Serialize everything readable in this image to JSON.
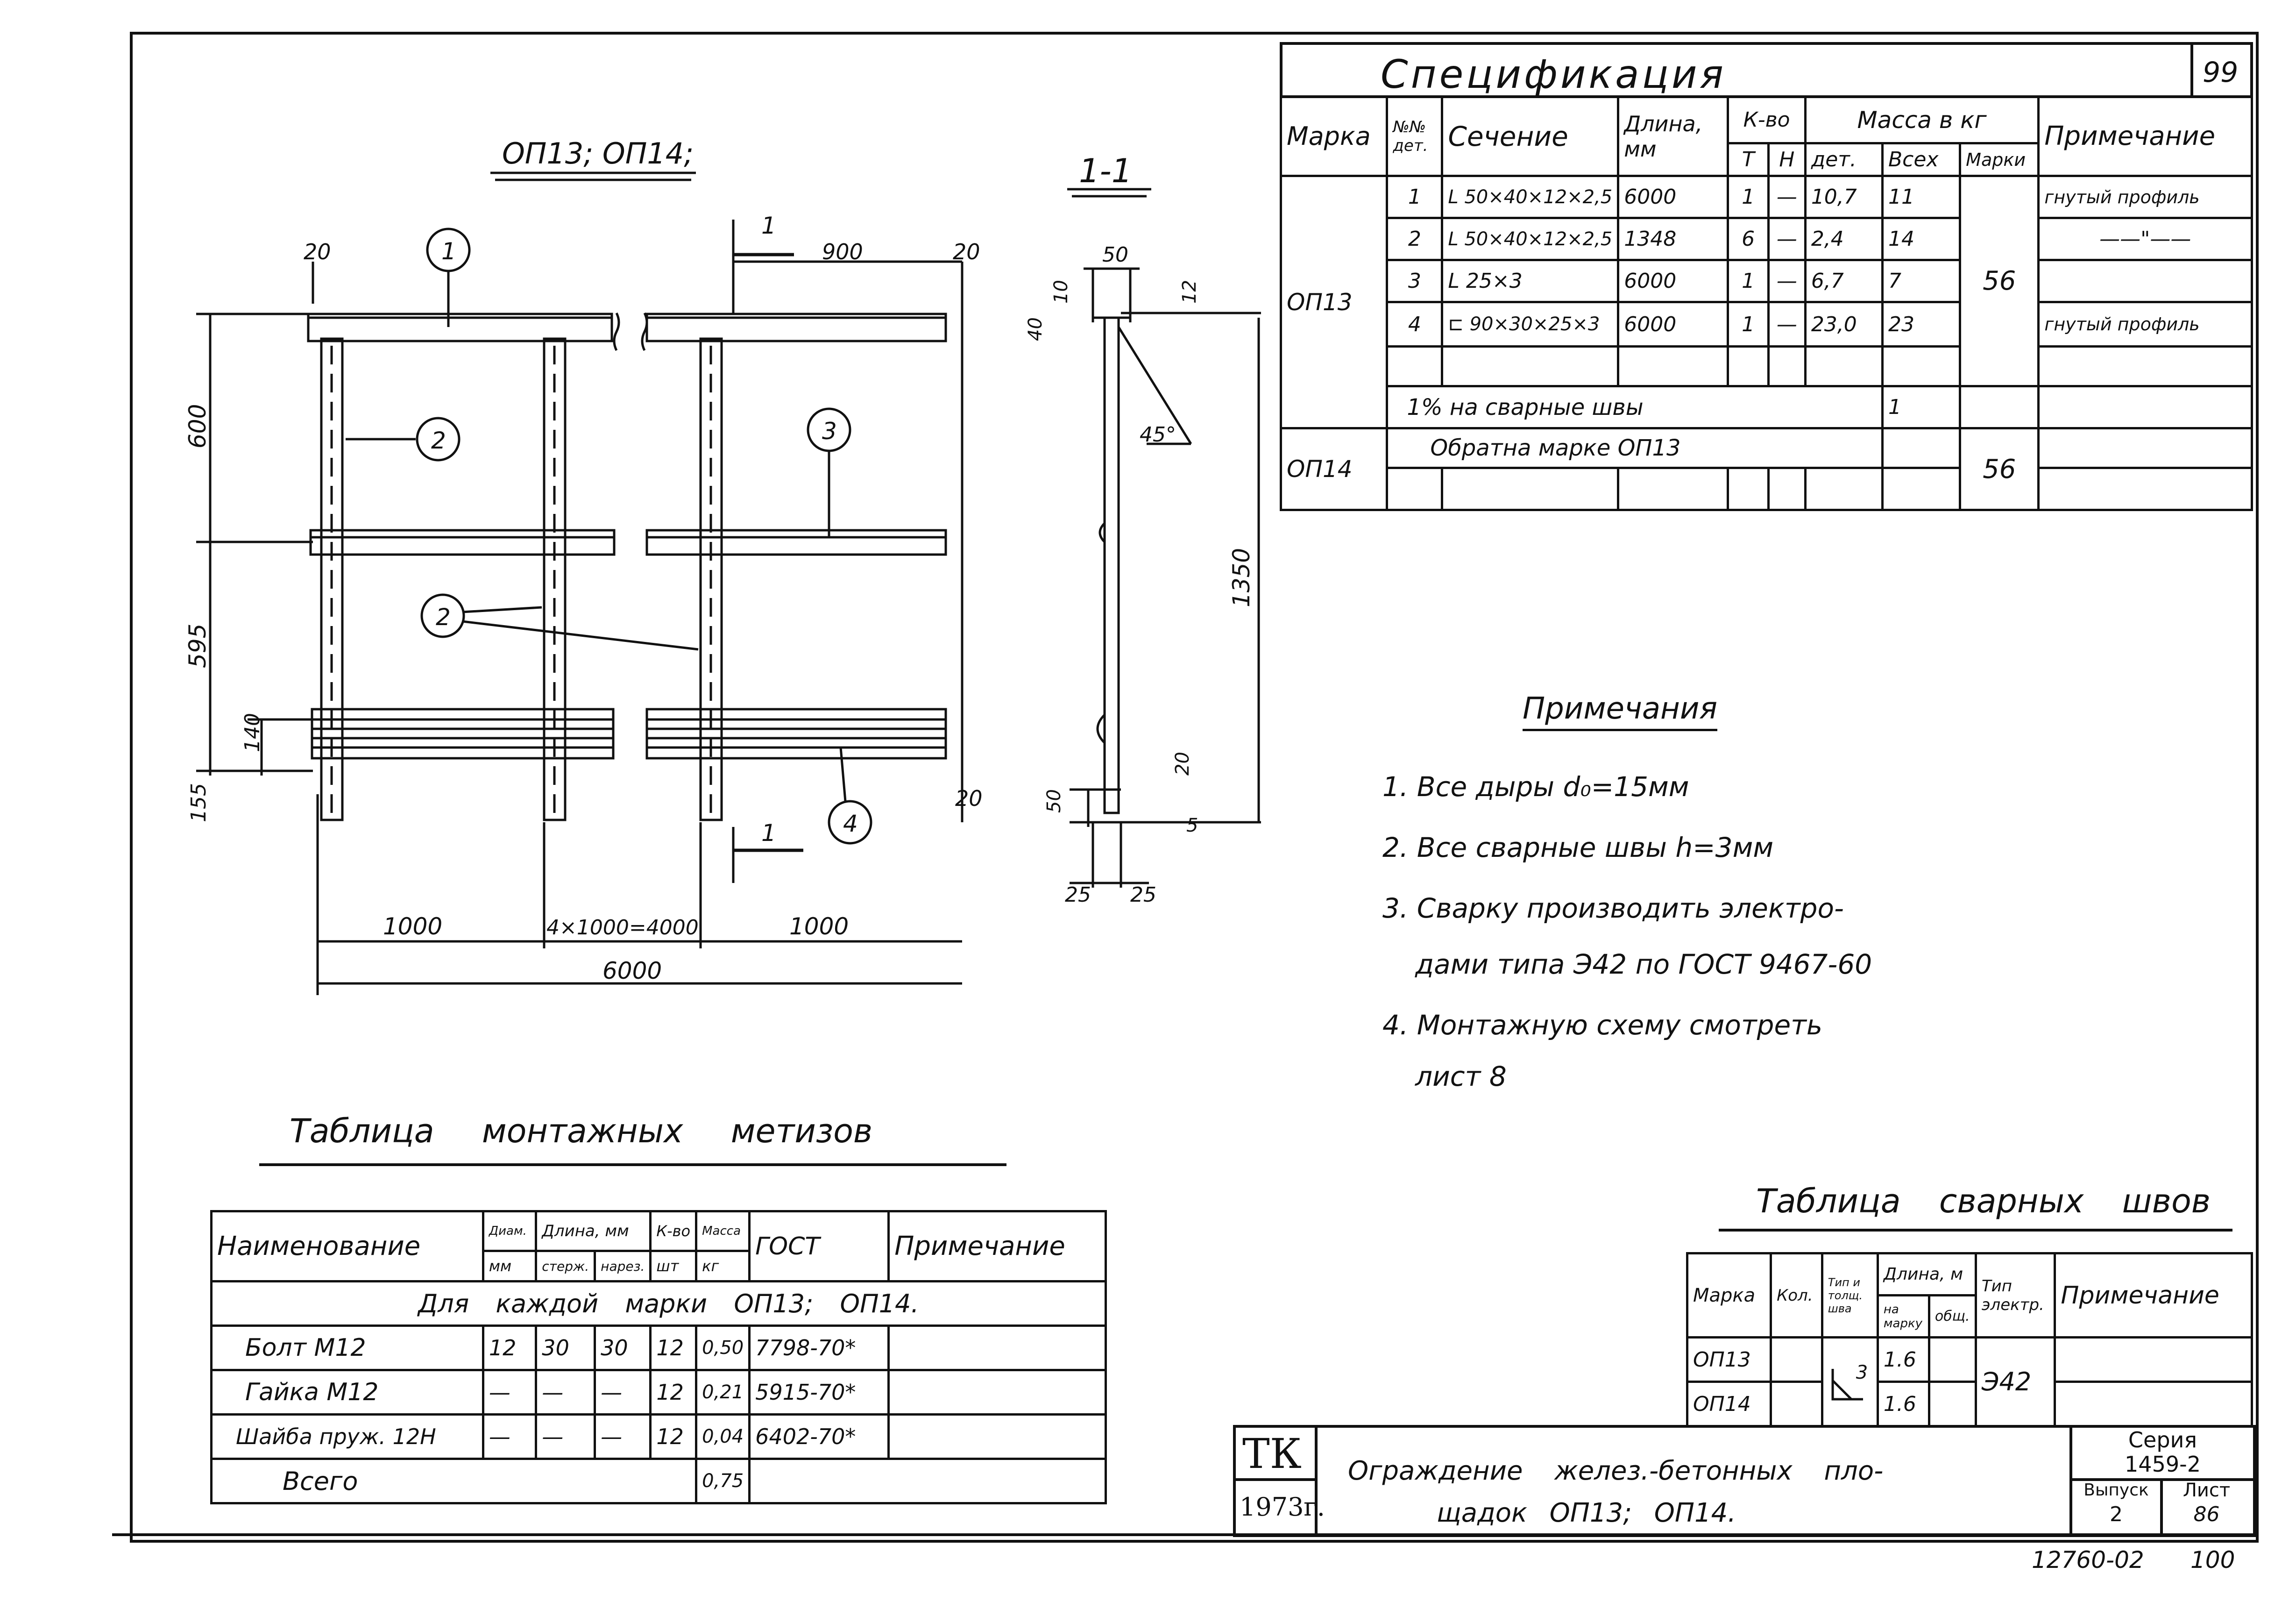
{
  "sheet_number": "99",
  "drawing": {
    "title": "ОП13; ОП14;",
    "section_title": "1-1",
    "dims": {
      "d20a": "20",
      "d20b": "20",
      "d20c": "20",
      "d900": "900",
      "d600": "600",
      "d595": "595",
      "d140": "140",
      "d155": "155",
      "d1000a": "1000",
      "d4x1000": "4×1000=4000",
      "d1000b": "1000",
      "d6000": "6000",
      "s50top": "50",
      "s40": "40",
      "s10": "10",
      "s12": "12",
      "s45": "45°",
      "s1350": "1350",
      "s50bot": "50",
      "s20": "20",
      "s5": "5",
      "s25a": "25",
      "s25b": "25"
    },
    "callouts": [
      "1",
      "2",
      "2",
      "3",
      "4"
    ],
    "cut_marks": [
      "1",
      "1"
    ]
  },
  "spec": {
    "title": "Спецификация",
    "headers": {
      "mark": "Марка",
      "pos": "№№ дет.",
      "section": "Сечение",
      "length": "Длина, мм",
      "qty": "К-во",
      "qty_t": "Т",
      "qty_n": "Н",
      "mass": "Масса в кг",
      "mass_det": "дет.",
      "mass_all": "Всех",
      "mass_mark": "Марки",
      "note": "Примечание"
    },
    "mark1": "ОП13",
    "rows": [
      {
        "pos": "1",
        "section": "L 50×40×12×2,5",
        "length": "6000",
        "t": "1",
        "n": "—",
        "det": "10,7",
        "all": "11",
        "note": "гнутый профиль"
      },
      {
        "pos": "2",
        "section": "L 50×40×12×2,5",
        "length": "1348",
        "t": "6",
        "n": "—",
        "det": "2,4",
        "all": "14",
        "note": "——\"——"
      },
      {
        "pos": "3",
        "section": "L 25×3",
        "length": "6000",
        "t": "1",
        "n": "—",
        "det": "6,7",
        "all": "7",
        "note": ""
      },
      {
        "pos": "4",
        "section": "⊏ 90×30×25×3",
        "length": "6000",
        "t": "1",
        "n": "—",
        "det": "23,0",
        "all": "23",
        "note": "гнутый профиль"
      }
    ],
    "mass_mark1": "56",
    "weld_row": {
      "label": "1% на сварные швы",
      "all": "1"
    },
    "mark2": "ОП14",
    "mark2_text": "Обратна марке ОП13",
    "mass_mark2": "56"
  },
  "notes": {
    "title": "Примечания",
    "items": [
      "1. Все дыры d₀=15мм",
      "2. Все сварные швы h=3мм",
      "3. Сварку производить электро-",
      "дами типа Э42 по ГОСТ 9467-60",
      "4. Монтажную схему смотреть",
      "лист 8"
    ]
  },
  "hardware": {
    "title": "Таблица монтажных метизов",
    "headers": {
      "name": "Наименование",
      "diam": "Диам.",
      "diam_u": "мм",
      "len": "Длина, мм",
      "len_rod": "стерж.",
      "len_thr": "нарез.",
      "qty": "К-во",
      "qty_u": "шт",
      "mass": "Масса",
      "mass_u": "кг",
      "gost": "ГОСТ",
      "note": "Примечание"
    },
    "group": "Для каждой марки ОП13; ОП14.",
    "rows": [
      {
        "name": "Болт М12",
        "d": "12",
        "rod": "30",
        "thr": "30",
        "q": "12",
        "m": "0,50",
        "gost": "7798-70*"
      },
      {
        "name": "Гайка М12",
        "d": "—",
        "rod": "—",
        "thr": "—",
        "q": "12",
        "m": "0,21",
        "gost": "5915-70*"
      },
      {
        "name": "Шайба пруж. 12Н",
        "d": "—",
        "rod": "—",
        "thr": "—",
        "q": "12",
        "m": "0,04",
        "gost": "6402-70*"
      }
    ],
    "total_label": "Всего",
    "total_mass": "0,75"
  },
  "welds": {
    "title": "Таблица сварных швов",
    "headers": {
      "mark": "Марка",
      "qty": "Кол.",
      "type": "Тип и толщ. шва",
      "len": "Длина, м",
      "len_one": "на марку",
      "len_all": "общ.",
      "el": "Тип электр.",
      "note": "Примечание"
    },
    "rows": [
      {
        "mark": "ОП13",
        "len": "1.6"
      },
      {
        "mark": "ОП14",
        "len": "1.6"
      }
    ],
    "weld_size": "3",
    "electrode": "Э42"
  },
  "titleblock": {
    "org": "ТК",
    "year": "1973г.",
    "name1": "Ограждение желез.-бетонных пло-",
    "name2": "щадок ОП13; ОП14.",
    "series_label": "Серия",
    "series": "1459-2",
    "issue_label": "Выпуск",
    "issue": "2",
    "sheet_label": "Лист",
    "sheet": "86"
  },
  "footer": {
    "code": "12760-02",
    "page": "100"
  }
}
